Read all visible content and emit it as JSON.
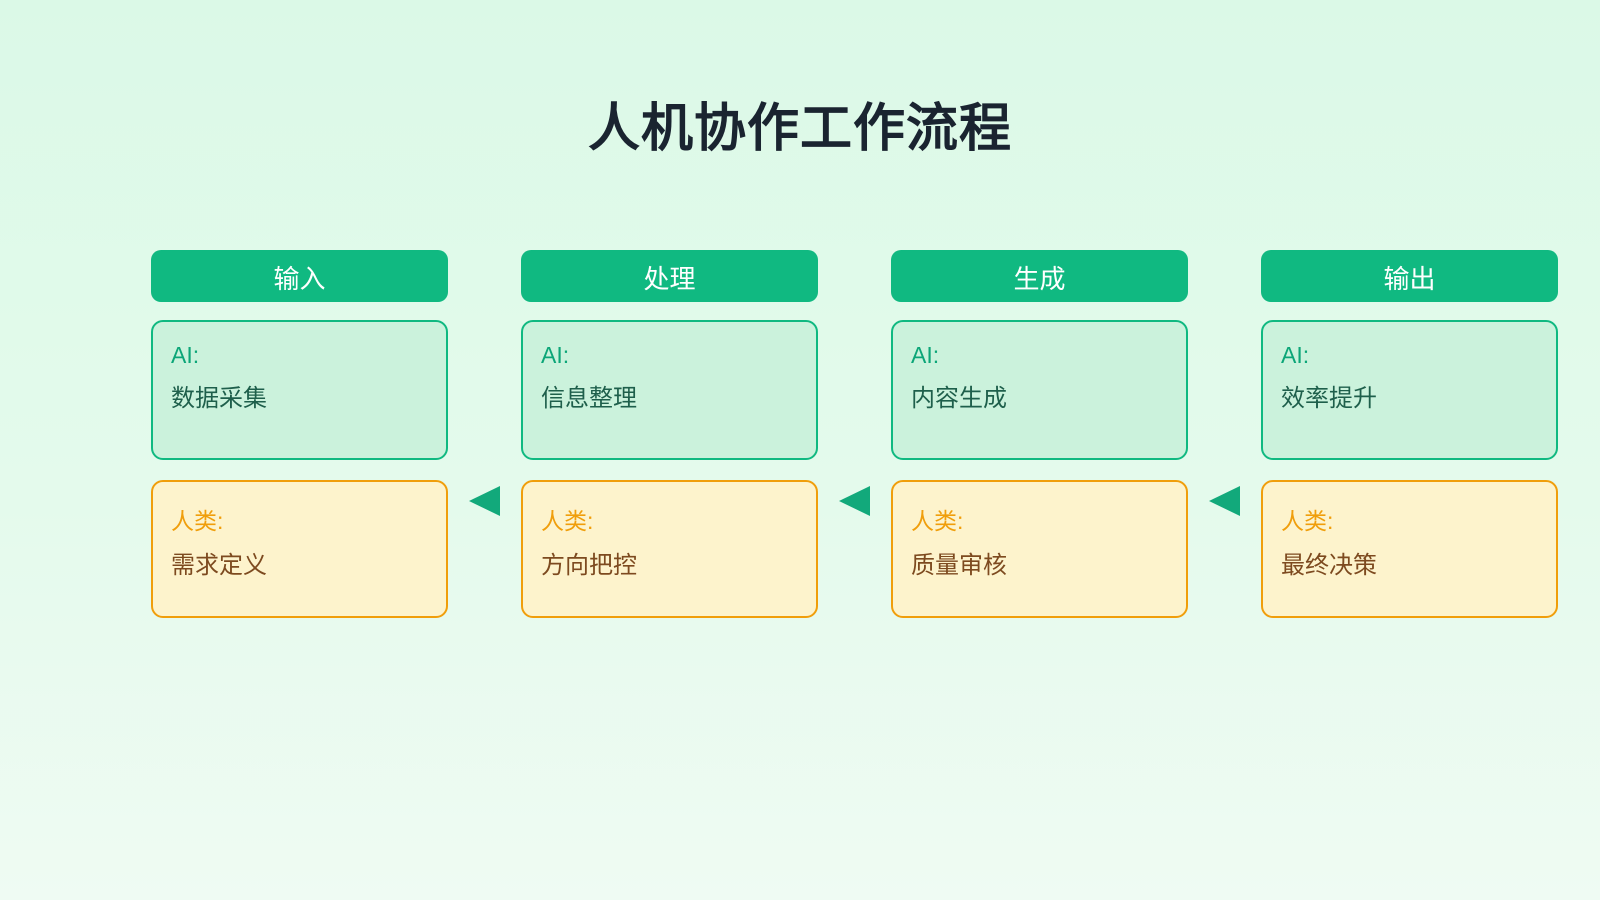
{
  "title": "人机协作工作流程",
  "colors": {
    "title-dark": "#1a2430",
    "header-green": "#10b981",
    "arrow-green": "#12a97b",
    "ai-fill": "#cbf2dc",
    "ai-border": "#10b981",
    "ai-label-color": "#0ca678",
    "ai-text-color": "#1e5f4b",
    "human-fill": "#fdf3cc",
    "human-border": "#f09e0b",
    "human-label-color": "#f09e0b",
    "human-text-color": "#7d4a1f"
  },
  "columns": [
    {
      "header": "输入",
      "ai_label": "AI:",
      "ai_text": "数据采集",
      "human_label": "人类:",
      "human_text": "需求定义"
    },
    {
      "header": "处理",
      "ai_label": "AI:",
      "ai_text": "信息整理",
      "human_label": "人类:",
      "human_text": "方向把控"
    },
    {
      "header": "生成",
      "ai_label": "AI:",
      "ai_text": "内容生成",
      "human_label": "人类:",
      "human_text": "质量审核"
    },
    {
      "header": "输出",
      "ai_label": "AI:",
      "ai_text": "效率提升",
      "human_label": "人类:",
      "human_text": "最终决策"
    }
  ],
  "arrows": {
    "direction": "left",
    "count": 3
  }
}
